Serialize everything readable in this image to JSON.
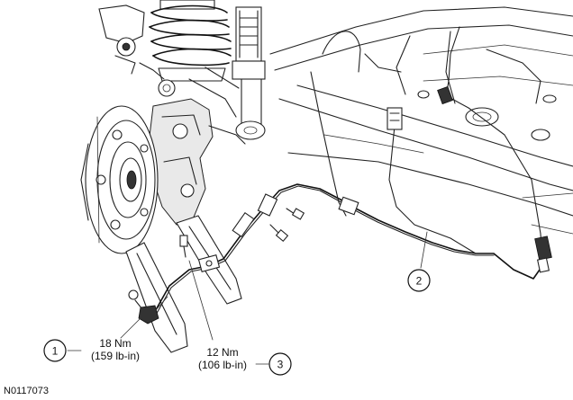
{
  "figure_id": "N0117073",
  "callouts": [
    {
      "number": "1",
      "torque_nm": "18 Nm",
      "torque_lbin": "(159 lb-in)"
    },
    {
      "number": "2"
    },
    {
      "number": "3",
      "torque_nm": "12 Nm",
      "torque_lbin": "(106 lb-in)"
    }
  ]
}
